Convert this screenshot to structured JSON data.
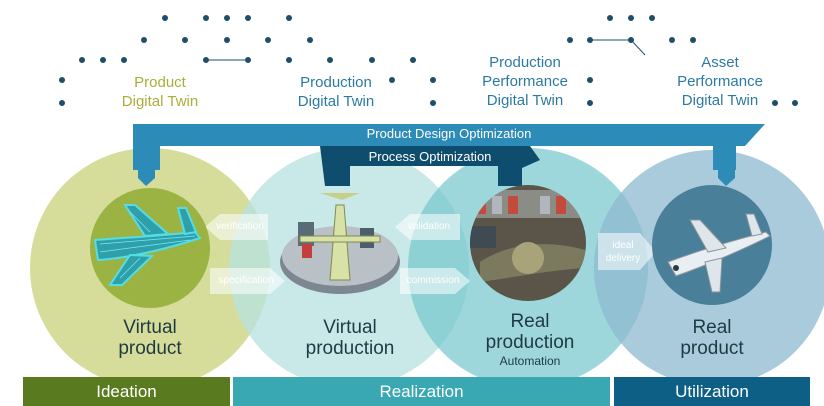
{
  "twins": [
    {
      "line1": "Product",
      "line2": "Digital Twin"
    },
    {
      "line1": "Production",
      "line2": "Digital Twin"
    },
    {
      "line1": "Production",
      "line2": "Performance",
      "line3": "Digital Twin"
    },
    {
      "line1": "Asset",
      "line2": "Performance",
      "line3": "Digital Twin"
    }
  ],
  "bands": {
    "design": "Product Design Optimization",
    "process": "Process Optimization"
  },
  "flows": {
    "verification": "verification",
    "specification": "specification",
    "validation": "validation",
    "commission": "commission",
    "ideal_delivery_1": "ideal",
    "ideal_delivery_2": "delivery"
  },
  "circles": [
    {
      "line1": "Virtual",
      "line2": "product",
      "color": "#c8d27a"
    },
    {
      "line1": "Virtual",
      "line2": "production",
      "color": "#b7e1e1"
    },
    {
      "line1": "Real",
      "line2": "production",
      "sub": "Automation",
      "color": "#74c6cc"
    },
    {
      "line1": "Real",
      "line2": "product",
      "color": "#8db9cf"
    }
  ],
  "footer": {
    "ideation": "Ideation",
    "realization": "Realization",
    "utilization": "Utilization",
    "colors": {
      "ideation": "#5a7a1f",
      "realization": "#3aa8b3",
      "utilization": "#0d5f86"
    }
  },
  "icons": [
    "wireframe-airplane-icon",
    "assembly-airplane-icon",
    "factory-photo-icon",
    "business-jet-icon"
  ]
}
